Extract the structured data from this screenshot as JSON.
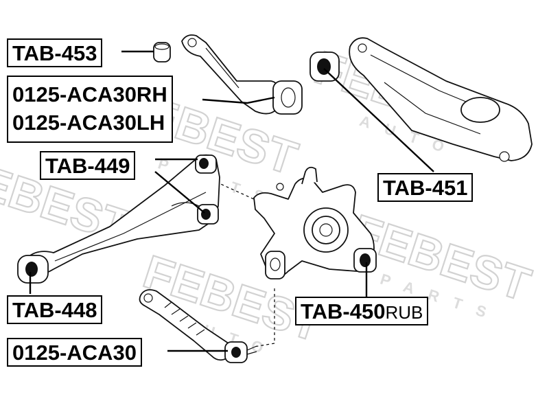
{
  "watermark": {
    "brand": "FEBEST",
    "auto": "AUTO",
    "parts": "PARTS"
  },
  "labels": {
    "tab453": "TAB-453",
    "aca30rh": "0125-ACA30RH",
    "aca30lh": "0125-ACA30LH",
    "tab449": "TAB-449",
    "tab451": "TAB-451",
    "tab448": "TAB-448",
    "tab450": "TAB-450",
    "tab450_suffix": "RUB",
    "aca30": "0125-ACA30"
  },
  "colors": {
    "ink": "#000000",
    "watermark": "#d2d2d2",
    "background": "#ffffff"
  }
}
